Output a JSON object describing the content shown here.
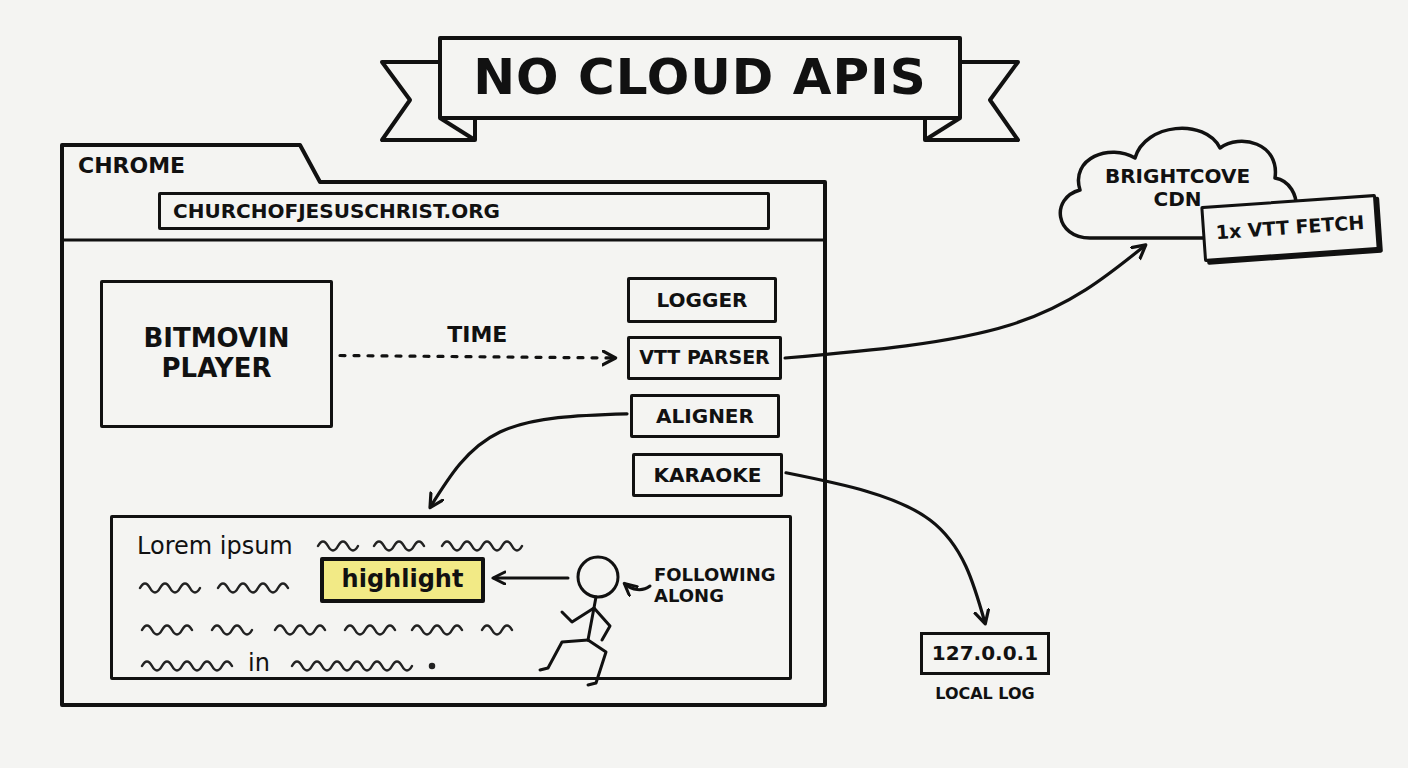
{
  "diagram": {
    "title": "NO CLOUD APIS",
    "nodes": [
      {
        "text": [
          "CHROME"
        ]
      },
      {
        "text": [
          "CHURCHOFJESUSCHRIST.ORG"
        ],
        "in": 0
      },
      {
        "text": [
          "BITMOVIN PLAYER"
        ],
        "in": 0
      },
      {
        "text": [
          "LOGGER"
        ],
        "in": 0
      },
      {
        "text": [
          "VTT PARSER"
        ],
        "in": 0
      },
      {
        "text": [
          "ALIGNER"
        ],
        "in": 0
      },
      {
        "text": [
          "KARAOKE"
        ],
        "in": 0
      },
      {
        "text": [
          "Lorem ipsum",
          "in"
        ],
        "in": 0
      },
      {
        "text": [
          "highlight"
        ],
        "in": 7
      },
      {
        "text": [
          "BRIGHTCOVE CDN"
        ]
      },
      {
        "text": [
          "1x VTT FETCH"
        ]
      },
      {
        "text": [
          "127.0.0.1",
          "LOCAL LOG"
        ]
      }
    ],
    "edges": [
      {
        "from": 2,
        "to": 4,
        "label": "TIME",
        "arrow": "to"
      },
      {
        "from": 4,
        "to": 9,
        "arrow": "to"
      },
      {
        "from": 5,
        "to": 7,
        "arrow": "to"
      },
      {
        "from": 6,
        "to": 11,
        "arrow": "to"
      }
    ],
    "labels": [
      "FOLLOWING ALONG"
    ]
  }
}
